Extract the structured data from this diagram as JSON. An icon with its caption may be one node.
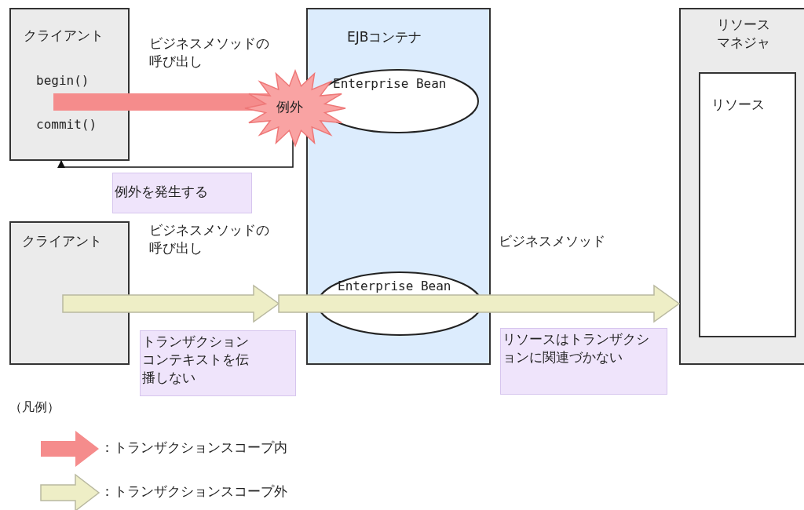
{
  "diagram": {
    "nodes": [
      {
        "text": [
          "クライアント",
          "begin()",
          "commit()"
        ]
      },
      {
        "text": [
          "EJBコンテナ"
        ]
      },
      {
        "text": [
          "Enterprise Bean"
        ],
        "in": 1
      },
      {
        "text": [
          "Enterprise Bean"
        ],
        "in": 1
      },
      {
        "text": [
          "リソースマネジャ"
        ]
      },
      {
        "text": [
          "リソース"
        ],
        "in": 4
      },
      {
        "text": [
          "例外"
        ]
      },
      {
        "text": [
          "クライアント"
        ]
      },
      {
        "text": [
          "例外を発生する"
        ]
      },
      {
        "text": [
          "トランザクションコンテキストを伝播しない"
        ]
      },
      {
        "text": [
          "リソースはトランザクションに関連づかない"
        ]
      }
    ],
    "edges": [
      {
        "from": 0,
        "to": 6,
        "arrow": "none",
        "label": "ビジネスメソッドの呼び出し",
        "style": "thick",
        "color": "#f58c8c"
      },
      {
        "from": 6,
        "to": 0,
        "arrow": "to"
      },
      {
        "from": 7,
        "to": 1,
        "arrow": "to",
        "label": "ビジネスメソッドの呼び出し",
        "style": "thick",
        "color": "#eeeec6"
      },
      {
        "from": 1,
        "to": 4,
        "arrow": "to",
        "label": "ビジネスメソッド",
        "style": "thick",
        "color": "#eeeec6"
      }
    ],
    "labels": [
      "（凡例）"
    ],
    "legend": [
      {
        "text": "：トランザクションスコープ内",
        "color": "#f58c8c"
      },
      {
        "text": "：トランザクションスコープ外",
        "color": "#eeeec6"
      }
    ]
  }
}
